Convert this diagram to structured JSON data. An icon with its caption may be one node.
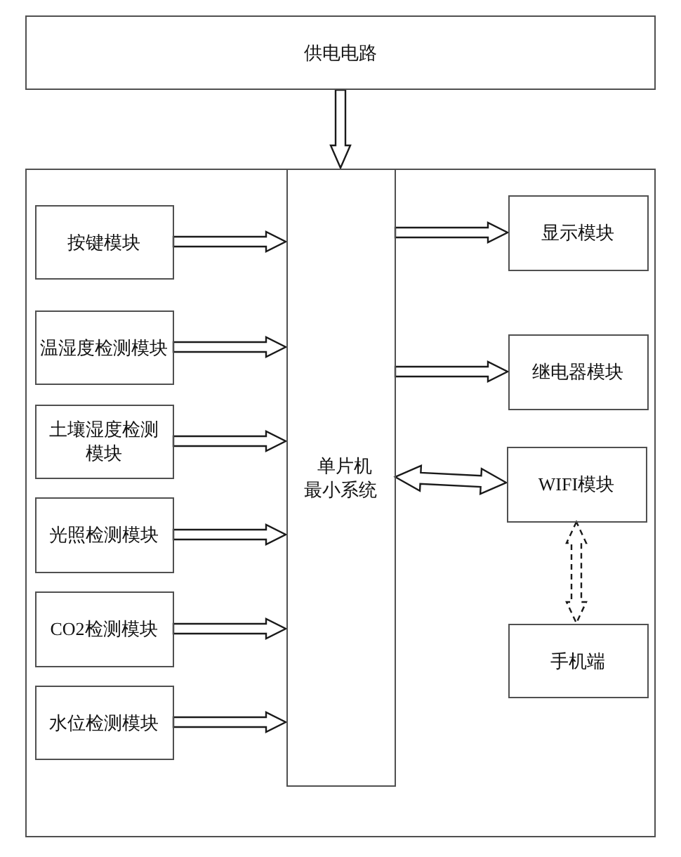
{
  "diagram": {
    "nodes": [
      {
        "text": [
          "供电电路"
        ]
      },
      {
        "text": [],
        "shape": "box"
      },
      {
        "text": [
          "按键模块"
        ],
        "in": 1
      },
      {
        "text": [
          "温湿度检测模块"
        ],
        "in": 1
      },
      {
        "text": [
          "土壤湿度检测模块"
        ],
        "in": 1
      },
      {
        "text": [
          "光照检测模块"
        ],
        "in": 1
      },
      {
        "text": [
          "CO2检测模块"
        ],
        "in": 1
      },
      {
        "text": [
          "水位检测模块"
        ],
        "in": 1
      },
      {
        "text": [
          "单片机最小系统"
        ],
        "in": 1
      },
      {
        "text": [
          "显示模块"
        ],
        "in": 1
      },
      {
        "text": [
          "继电器模块"
        ],
        "in": 1
      },
      {
        "text": [
          "WIFI模块"
        ],
        "in": 1
      },
      {
        "text": [
          "手机端"
        ],
        "in": 1
      }
    ],
    "edges": [
      {
        "from": 0,
        "to": 8,
        "arrow": "to"
      },
      {
        "from": 2,
        "to": 8,
        "arrow": "to"
      },
      {
        "from": 3,
        "to": 8,
        "arrow": "to"
      },
      {
        "from": 4,
        "to": 8,
        "arrow": "to"
      },
      {
        "from": 5,
        "to": 8,
        "arrow": "to"
      },
      {
        "from": 6,
        "to": 8,
        "arrow": "to"
      },
      {
        "from": 7,
        "to": 8,
        "arrow": "to"
      },
      {
        "from": 8,
        "to": 9,
        "arrow": "to"
      },
      {
        "from": 8,
        "to": 10,
        "arrow": "to"
      },
      {
        "from": 8,
        "to": 11,
        "arrow": "both"
      },
      {
        "from": 11,
        "to": 12,
        "arrow": "both",
        "style": "dashed"
      }
    ]
  }
}
